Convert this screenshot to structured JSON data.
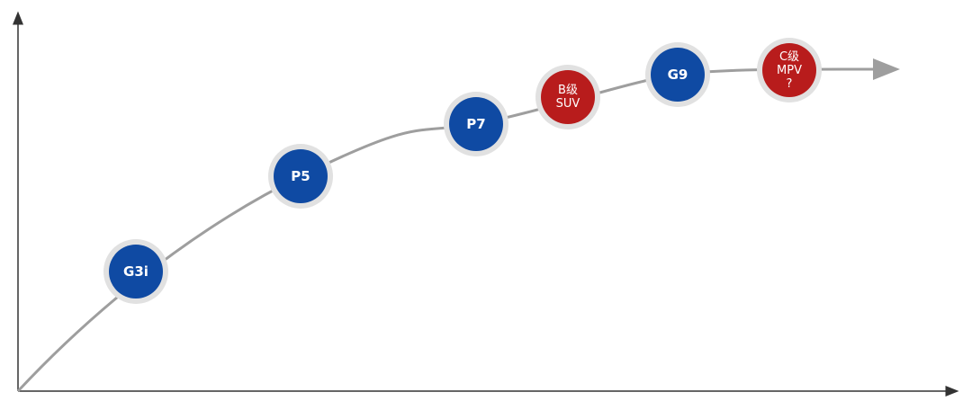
{
  "nodes": [
    {
      "label": "G3i",
      "kind": "current"
    },
    {
      "label": "P5",
      "kind": "current"
    },
    {
      "label": "P7",
      "kind": "current"
    },
    {
      "label": "B级\nSUV",
      "kind": "future"
    },
    {
      "label": "G9",
      "kind": "current"
    },
    {
      "label": "C级\nMPV\n?",
      "kind": "future"
    }
  ],
  "colors": {
    "current": "#0f4aa3",
    "future": "#b81c1c",
    "ring": "#e1e1e1",
    "curve": "#9e9e9e",
    "axis": "#333333"
  }
}
